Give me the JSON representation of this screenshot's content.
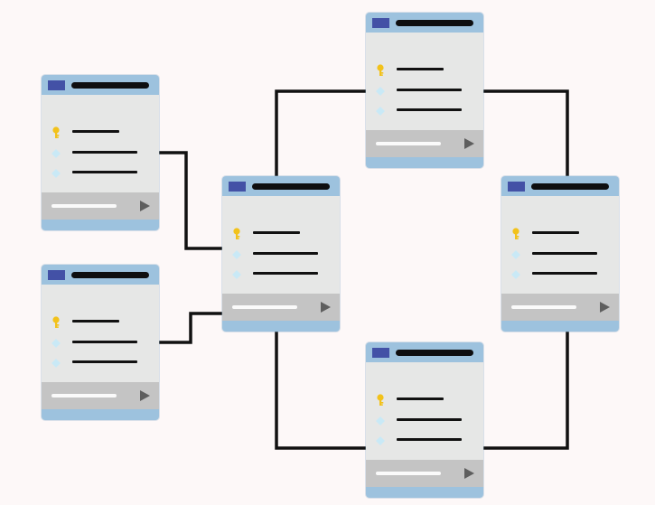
{
  "colors": {
    "background": "#fdf8f8",
    "card_body": "#e6e7e6",
    "card_header": "#9dc2de",
    "window_square": "#4351a6",
    "title_bar": "#0e0e10",
    "key_icon": "#f2c21b",
    "diamond_icon": "#c9e9f6",
    "footer": "#c4c4c4",
    "footer_line": "#fafafa",
    "play_icon": "#5e5e5e",
    "connector": "#111111"
  },
  "tables": [
    {
      "id": "left-top",
      "rows": [
        "key-icon",
        "diamond-icon",
        "diamond-icon"
      ]
    },
    {
      "id": "left-bottom",
      "rows": [
        "key-icon",
        "diamond-icon",
        "diamond-icon"
      ]
    },
    {
      "id": "center",
      "rows": [
        "key-icon",
        "diamond-icon",
        "diamond-icon"
      ]
    },
    {
      "id": "top",
      "rows": [
        "key-icon",
        "diamond-icon",
        "diamond-icon"
      ]
    },
    {
      "id": "right",
      "rows": [
        "key-icon",
        "diamond-icon",
        "diamond-icon"
      ]
    },
    {
      "id": "bottom",
      "rows": [
        "key-icon",
        "diamond-icon",
        "diamond-icon"
      ]
    }
  ],
  "connections": [
    {
      "from": "left-top",
      "to": "center"
    },
    {
      "from": "left-bottom",
      "to": "center"
    },
    {
      "from": "center",
      "to": "top"
    },
    {
      "from": "top",
      "to": "right"
    },
    {
      "from": "right",
      "to": "bottom"
    },
    {
      "from": "bottom",
      "to": "center"
    }
  ]
}
